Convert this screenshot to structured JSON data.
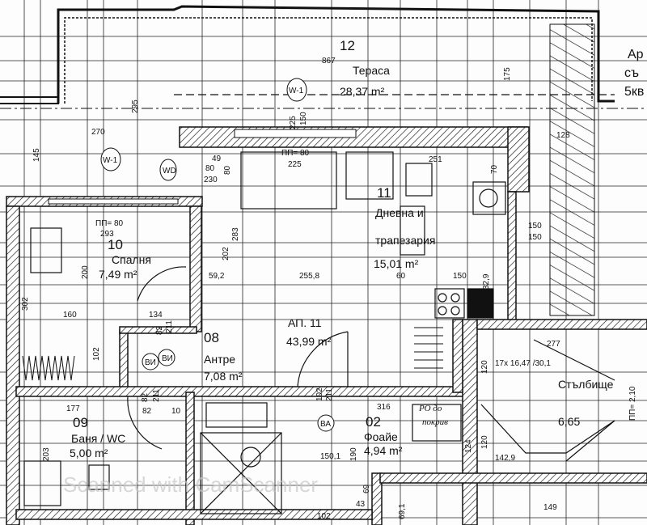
{
  "rooms": {
    "terrace": {
      "number": "12",
      "name": "Тераса",
      "area": "28,37 m²",
      "dims": [
        "867",
        "175",
        "295",
        "270",
        "145",
        "225",
        "150",
        "128"
      ]
    },
    "living": {
      "number": "11",
      "name_line1": "Дневна и",
      "name_line2": "трапезария",
      "area": "15,01 m²",
      "dims": [
        "ПП= 80",
        "225",
        "251",
        "70",
        "49",
        "80",
        "230",
        "80",
        "283",
        "202",
        "59,2",
        "255,8",
        "60",
        "150",
        "32,9",
        "150",
        "150"
      ]
    },
    "bedroom": {
      "number": "10",
      "name": "Спалня",
      "area": "7,49 m²",
      "dims": [
        "ПП= 80",
        "293",
        "200",
        "302",
        "160",
        "134",
        "102"
      ]
    },
    "hall": {
      "number": "08",
      "name": "Антре",
      "area": "7,08 m²",
      "dims": [
        "82",
        "211",
        "82",
        "211",
        "102",
        "211"
      ]
    },
    "bath": {
      "number": "09",
      "name": "Баня / WC",
      "area": "5,00 m²",
      "dims": [
        "177",
        "82",
        "10",
        "203"
      ]
    },
    "foyer": {
      "number": "02",
      "name": "Фоайе",
      "area": "4,94 m²",
      "dims": [
        "316",
        "124",
        "150,1",
        "190",
        "102",
        "69",
        "43",
        "69,1"
      ]
    },
    "stairs": {
      "name": "Стълбище",
      "area": "6,65",
      "dims": [
        "277",
        "17x 16,47 /30,1",
        "120",
        "120",
        "142,9",
        "ПП= 2,10",
        "149"
      ]
    }
  },
  "apartment": {
    "label": "АП. 11",
    "area": "43,99 m²"
  },
  "tags": {
    "window1": "W-1",
    "window2": "W-1",
    "wd": "WD",
    "vi1": "ВИ",
    "vi2": "ВИ",
    "va": "ВА"
  },
  "note": {
    "line1": "РО до",
    "line2": "покрив"
  },
  "edge_text": {
    "line1": "Ар",
    "line2": "съ",
    "line3": "5кв"
  },
  "watermark": "Scanned with CamScanner"
}
